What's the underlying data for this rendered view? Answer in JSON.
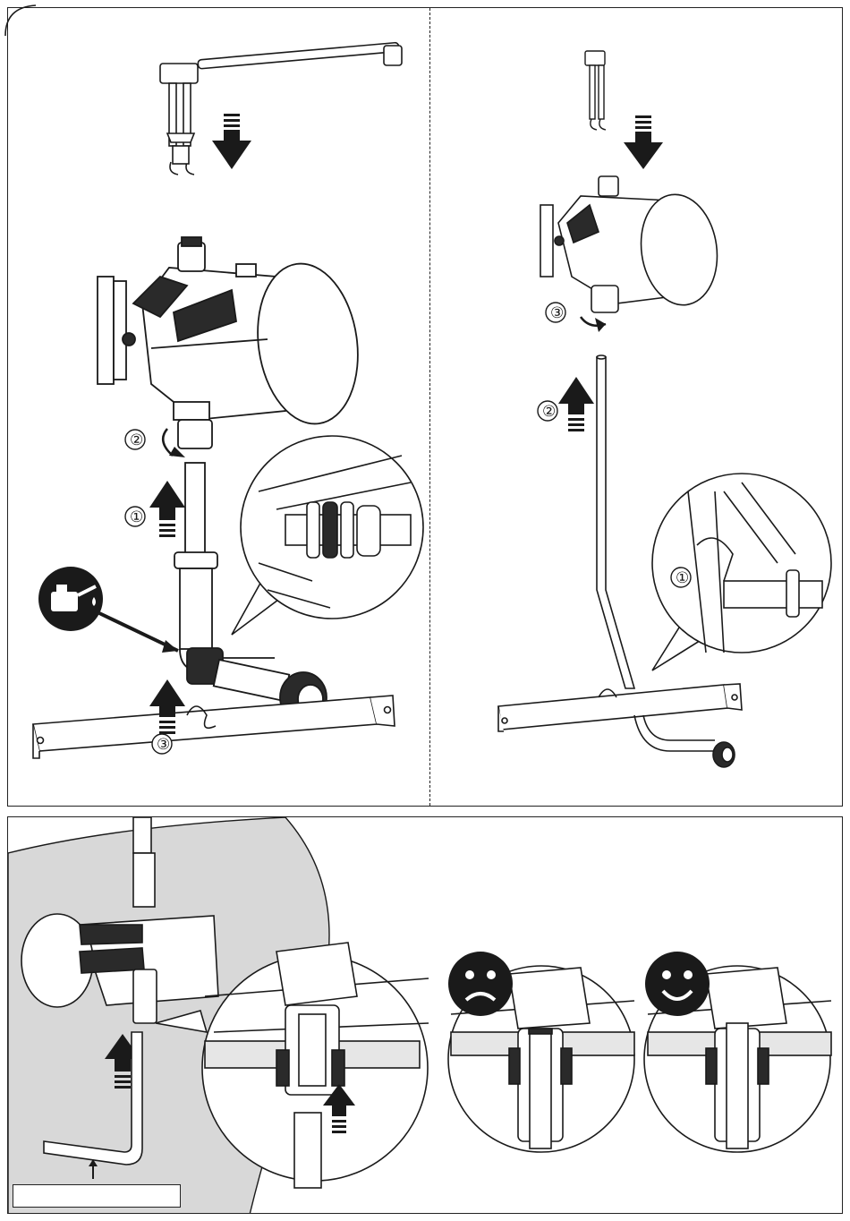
{
  "document": {
    "title": "",
    "caption": ""
  },
  "top_left_steps": [
    {
      "number": "①",
      "action": "push-up-pipe"
    },
    {
      "number": "②",
      "action": "tighten-nut"
    },
    {
      "number": "③",
      "action": "push-up-elbow"
    }
  ],
  "top_right_steps": [
    {
      "number": "①",
      "action": "clip-engage"
    },
    {
      "number": "②",
      "action": "push-up-pipe"
    },
    {
      "number": "③",
      "action": "tighten-nut"
    }
  ],
  "bottom_feedback": {
    "wrong_icon": "sad-face-icon",
    "right_icon": "happy-face-icon"
  },
  "icons": {
    "lubricant": "oil-can-icon"
  },
  "colors": {
    "line": "#1a1a1a",
    "shade": "#d8d8d8",
    "dark": "#2a2a2a"
  }
}
